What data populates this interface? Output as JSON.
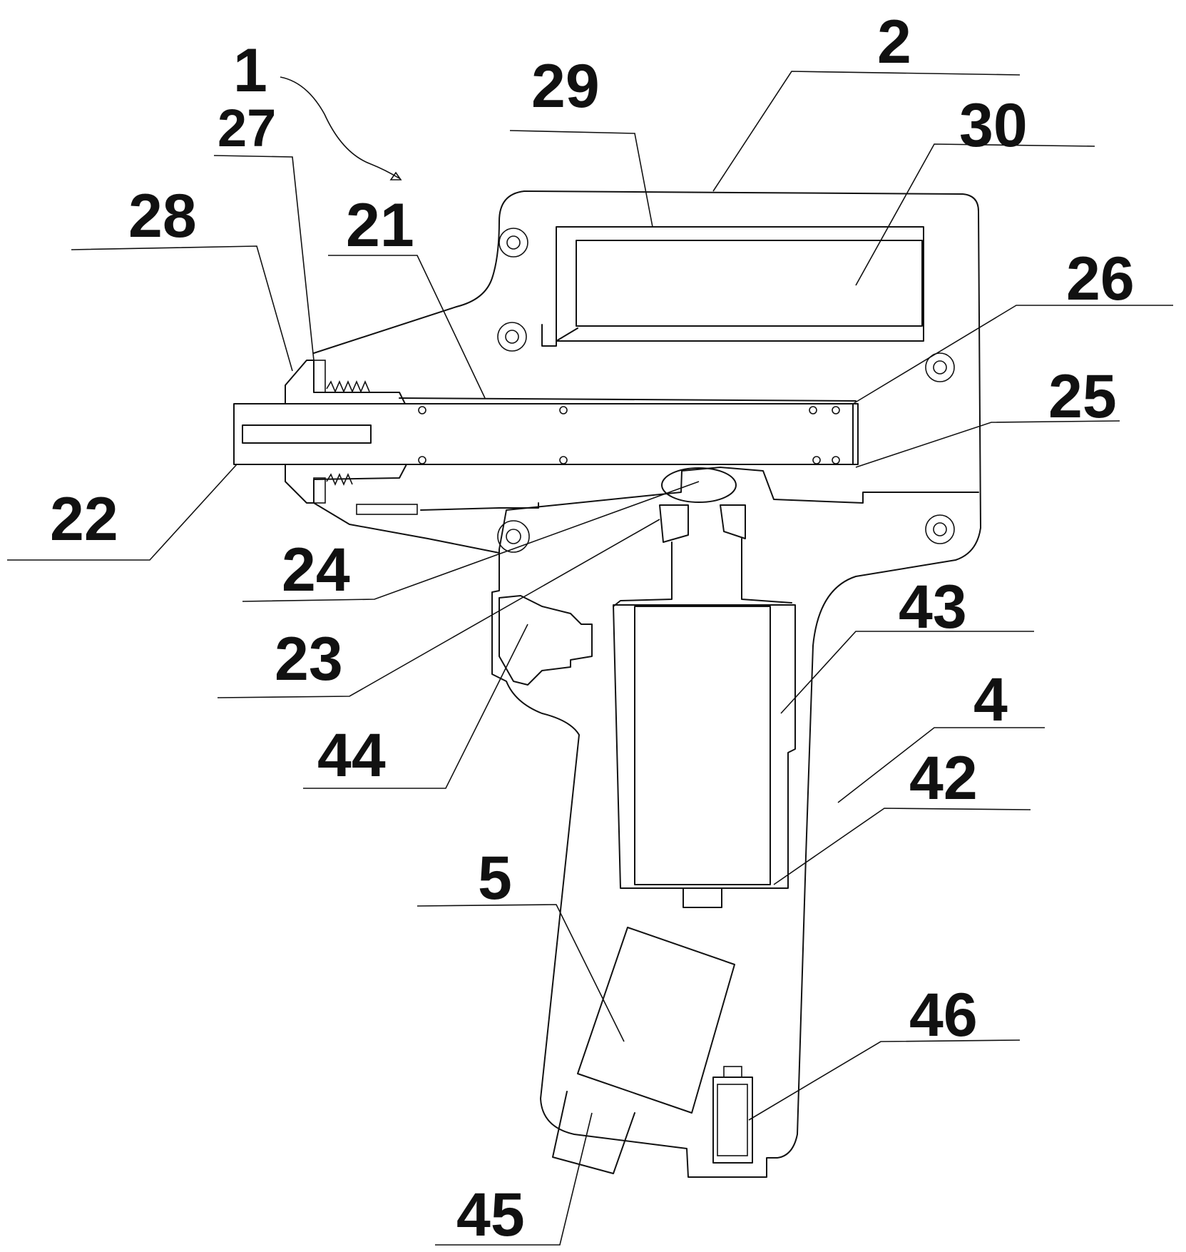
{
  "figure": {
    "labels": [
      {
        "key": "l1",
        "text": "1"
      },
      {
        "key": "l2",
        "text": "2"
      },
      {
        "key": "l4",
        "text": "4"
      },
      {
        "key": "l5",
        "text": "5"
      },
      {
        "key": "l21",
        "text": "21"
      },
      {
        "key": "l22",
        "text": "22"
      },
      {
        "key": "l23",
        "text": "23"
      },
      {
        "key": "l24",
        "text": "24"
      },
      {
        "key": "l25",
        "text": "25"
      },
      {
        "key": "l26",
        "text": "26"
      },
      {
        "key": "l27",
        "text": "27"
      },
      {
        "key": "l28",
        "text": "28"
      },
      {
        "key": "l29",
        "text": "29"
      },
      {
        "key": "l30",
        "text": "30"
      },
      {
        "key": "l42",
        "text": "42"
      },
      {
        "key": "l43",
        "text": "43"
      },
      {
        "key": "l44",
        "text": "44"
      },
      {
        "key": "l45",
        "text": "45"
      },
      {
        "key": "l46",
        "text": "46"
      }
    ]
  }
}
